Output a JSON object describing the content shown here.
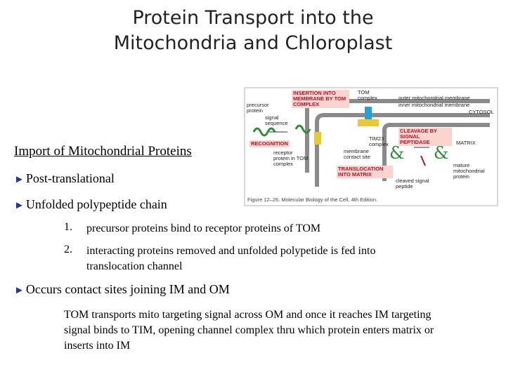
{
  "title": {
    "line1": "Protein Transport into the",
    "line2": "Mitochondria and Chloroplast"
  },
  "figure": {
    "labels": {
      "insertion": "INSERTION INTO MEMBRANE BY TOM COMPLEX",
      "tom": "TOM complex",
      "outer": "outer mitochondrial membrane",
      "inner": "inner mitochondrial membrane",
      "cytosol": "CYTOSOL",
      "precursor": "precursor protein",
      "signal": "signal sequence",
      "recognition": "RECOGNITION",
      "receptor": "receptor protein in TOM complex",
      "tim23": "TIM23 complex",
      "contact": "membrane contact site",
      "cleavage": "CLEAVAGE BY SIGNAL PEPTIDASE",
      "matrix": "MATRIX",
      "translocation": "TRANSLOCATION INTO MATRIX",
      "cleaved": "cleaved signal peptide",
      "mature": "mature mitochondrial protein"
    },
    "caption": "Figure 12–26. Molecular Biology of the Cell, 4th Edition."
  },
  "heading": "Import of Mitochondrial Proteins",
  "bullets": [
    "Post-translational",
    "Unfolded polypeptide chain"
  ],
  "numbered": [
    {
      "n": "1.",
      "text": "precursor proteins bind to receptor proteins of TOM"
    },
    {
      "n": "2.",
      "text": "interacting proteins removed and unfolded polypetide is fed into translocation channel"
    }
  ],
  "bullet3": "Occurs contact sites joining IM and OM",
  "paragraph": "TOM transports mito targeting signal across OM and once it reaches IM targeting signal binds to TIM, opening channel complex thru which   protein enters matrix or inserts into IM"
}
